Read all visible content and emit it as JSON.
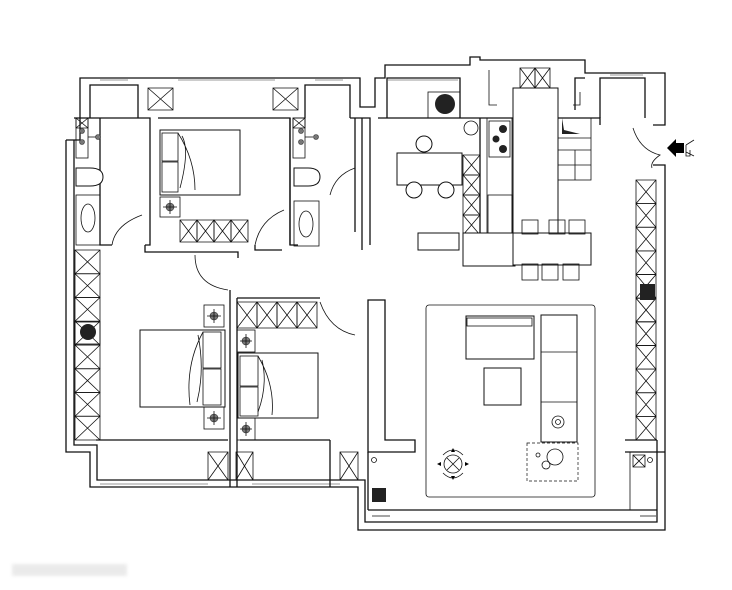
{
  "diagram": {
    "type": "floor-plan",
    "line_color": "#111111",
    "background": "#ffffff",
    "rooms": [
      "master-bedroom",
      "second-bedroom",
      "third-bedroom",
      "bathroom-left",
      "bathroom-right",
      "dining-room",
      "kitchen",
      "living-room",
      "balcony"
    ],
    "icons": [
      "bed-icon",
      "wardrobe-icon",
      "toilet-icon",
      "bathtub-icon",
      "sink-icon",
      "stove-icon",
      "plant-icon",
      "lamp-icon",
      "robot-vacuum-icon",
      "entrance-arrow-icon"
    ]
  }
}
